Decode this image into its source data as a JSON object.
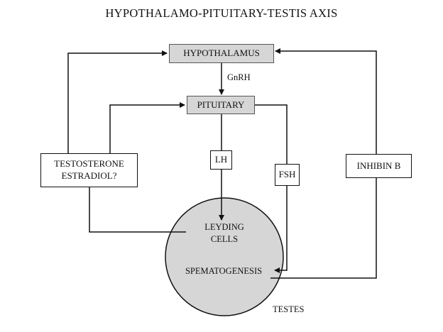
{
  "title": "HYPOTHALAMO-PITUITARY-TESTIS AXIS",
  "nodes": {
    "hypothalamus": "HYPOTHALAMUS",
    "gnrh": "GnRH",
    "pituitary": "PITUITARY",
    "testosterone": "TESTOSTERONE",
    "estradiol": "ESTRADIOL?",
    "lh": "LH",
    "fsh": "FSH",
    "inhibin": "INHIBIN B",
    "leydig_1": "LEYDING",
    "leydig_2": "CELLS",
    "spermatogenesis": "SPEMATOGENESIS",
    "testes": "TESTES"
  },
  "colors": {
    "box_fill": "#d6d6d6",
    "line": "#111111"
  }
}
